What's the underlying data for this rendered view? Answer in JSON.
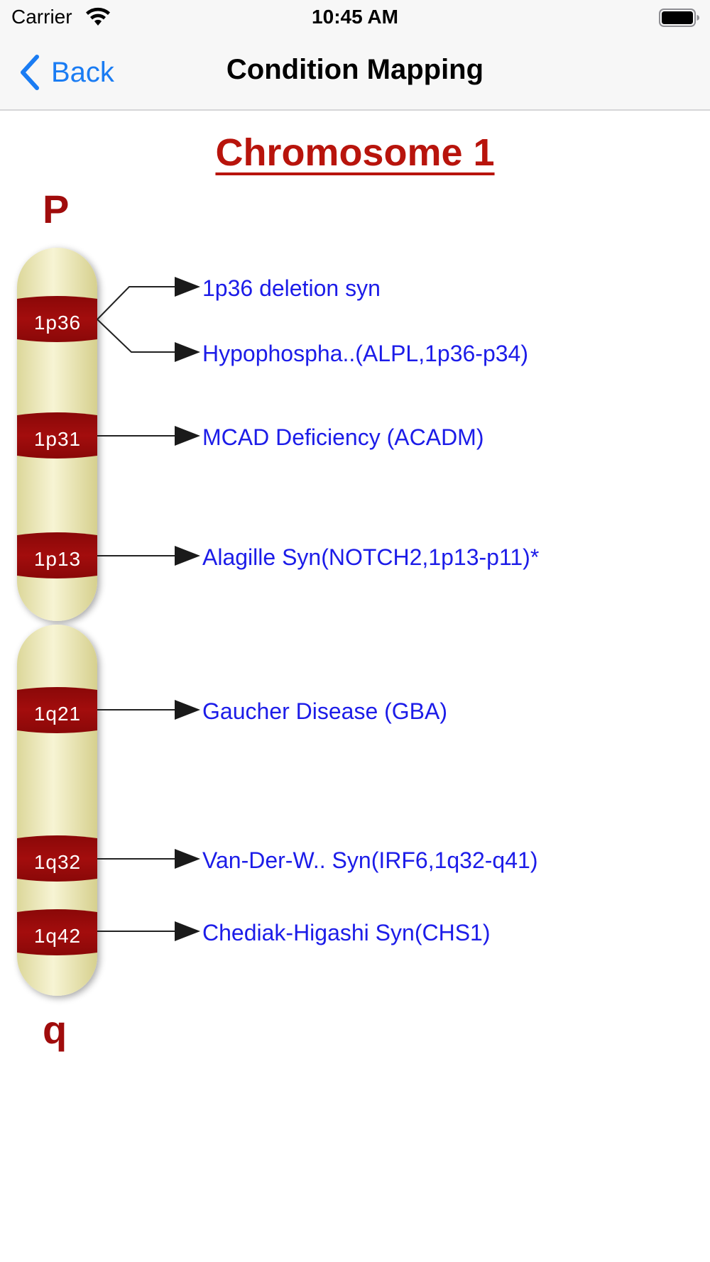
{
  "status_bar": {
    "carrier": "Carrier",
    "time": "10:45 AM",
    "wifi_icon": "wifi-icon",
    "battery_icon": "battery-icon"
  },
  "nav": {
    "back_label": "Back",
    "title": "Condition Mapping"
  },
  "heading": "Chromosome 1",
  "arms": {
    "p": "P",
    "q": "q"
  },
  "bands": [
    {
      "label": "1p36"
    },
    {
      "label": "1p31"
    },
    {
      "label": "1p13"
    },
    {
      "label": "1q21"
    },
    {
      "label": "1q32"
    },
    {
      "label": "1q42"
    }
  ],
  "conditions": [
    {
      "label": "1p36 deletion syn",
      "band": "1p36"
    },
    {
      "label": "Hypophospha..(ALPL,1p36-p34)",
      "band": "1p36"
    },
    {
      "label": "MCAD Deficiency (ACADM)",
      "band": "1p31"
    },
    {
      "label": "Alagille Syn(NOTCH2,1p13-p11)*",
      "band": "1p13"
    },
    {
      "label": "Gaucher Disease (GBA)",
      "band": "1q21"
    },
    {
      "label": "Van-Der-W.. Syn(IRF6,1q32-q41)",
      "band": "1q32"
    },
    {
      "label": "Chediak-Higashi Syn(CHS1)",
      "band": "1q42"
    }
  ],
  "colors": {
    "accent_blue": "#1a7cf3",
    "heading_red": "#b8140c",
    "band_red": "#9e0b0b",
    "chromosome_fill": "#f1edbd",
    "link_blue": "#1c1ce8"
  }
}
